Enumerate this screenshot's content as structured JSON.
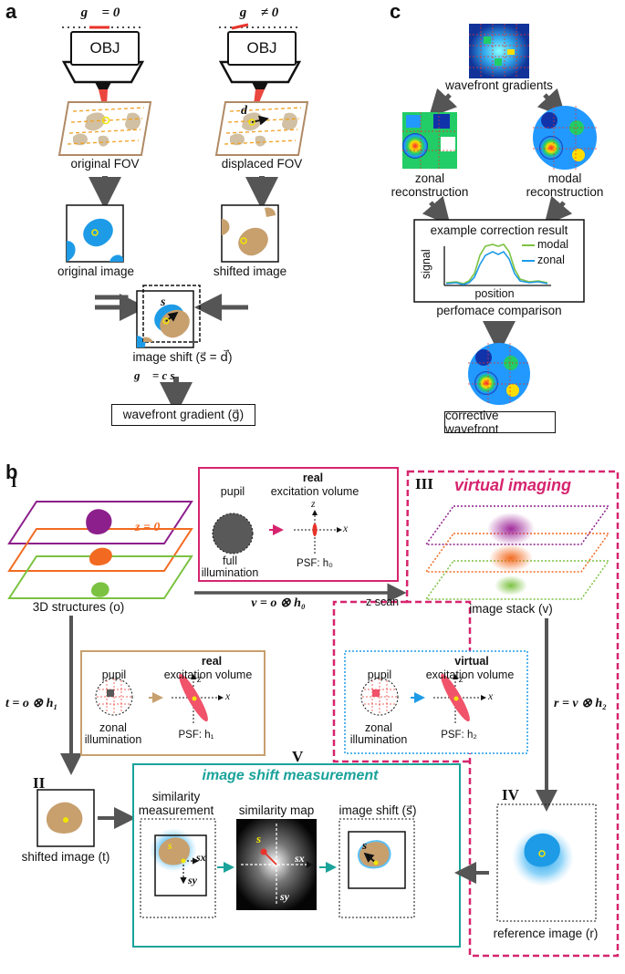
{
  "panels": {
    "a": "a",
    "c": "c",
    "b": "b"
  },
  "a": {
    "g_zero": "g⃗ = 0",
    "g_nonzero": "g⃗ ≠ 0",
    "obj": "OBJ",
    "d_vec": "d⃗",
    "original_fov": "original FOV",
    "displaced_fov": "displaced FOV",
    "original_image": "original image",
    "shifted_image": "shifted image",
    "s_vec": "s⃗",
    "image_shift": "image shift (s⃗ = d⃗)",
    "g_eq_cs": "g⃗ = c s⃗",
    "wavefront_gradient": "wavefront gradient (g⃗)"
  },
  "c": {
    "wavefront_gradients": "wavefront gradients",
    "zonal": "zonal",
    "zonal_recon": "reconstruction",
    "modal": "modal",
    "modal_recon": "reconstruction",
    "example_title": "example correction result",
    "signal": "signal",
    "position": "position",
    "legend_modal": "modal",
    "legend_zonal": "zonal",
    "performance": "perfomace comparison",
    "corrective": "corrective wavefront"
  },
  "b": {
    "roman1": "I",
    "roman2": "II",
    "roman3": "III",
    "roman4": "IV",
    "roman5": "V",
    "z0": "z = 0",
    "structures": "3D structures (o)",
    "real_top": {
      "title": "real",
      "pupil": "pupil",
      "excitation": "excitation volume",
      "illum1": "full",
      "illum2": "illumination",
      "psf": "PSF: h₀"
    },
    "v_eq": "v = o ⊗ h₀",
    "zscan": "z scan",
    "virtual_imaging": "virtual imaging",
    "image_stack": "image stack (v)",
    "t_eq": "t = o ⊗ h₁",
    "real_mid": {
      "title": "real",
      "pupil": "pupil",
      "excitation": "excitation volume",
      "illum1": "zonal",
      "illum2": "illumination",
      "psf": "PSF: h₁"
    },
    "virtual_mid": {
      "title": "virtual",
      "pupil": "pupil",
      "excitation": "excitation volume",
      "illum1": "zonal",
      "illum2": "illumination",
      "psf": "PSF: h₂"
    },
    "r_eq": "r = v ⊗ h₂",
    "shifted_image": "shifted image (t)",
    "ism_title": "image shift measurement",
    "similarity_measurement1": "similarity",
    "similarity_measurement2": "measurement",
    "similarity_map": "similarity map",
    "image_shift_label": "image shift (s⃗)",
    "sx": "sx",
    "sy": "sy",
    "svec": "s⃗",
    "reference_image": "reference image (r)",
    "axis_x": "x",
    "axis_z": "z"
  },
  "colors": {
    "brown": "#c7a06e",
    "blue": "#1e9be6",
    "purple": "#8c1f8c",
    "orange": "#f26a21",
    "green": "#7cc242",
    "magenta": "#d6246e",
    "teal": "#1aa39a",
    "gray": "#595959",
    "red": "#e8332a",
    "yellow": "#f2e600"
  }
}
